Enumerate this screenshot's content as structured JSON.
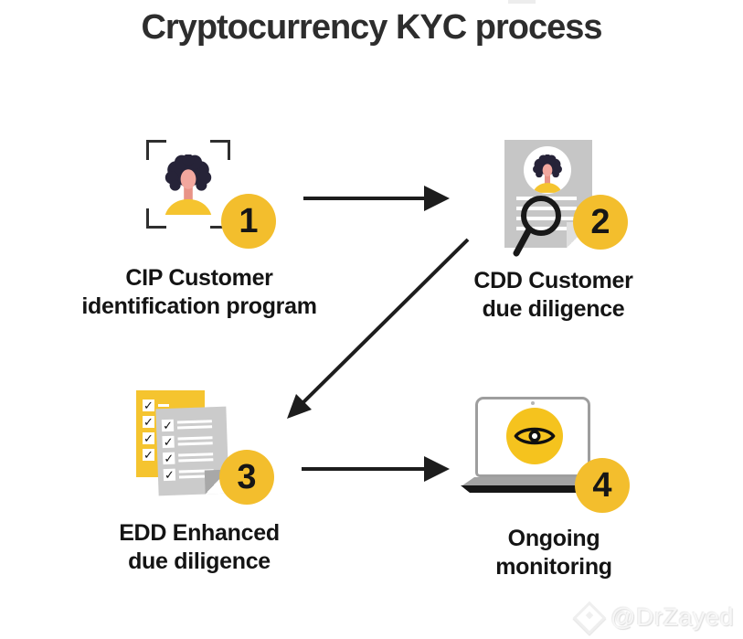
{
  "title": "Cryptocurrency KYC process",
  "steps": [
    {
      "number": "1",
      "label_line1": "CIP Customer",
      "label_line2": "identification program",
      "icon": "face-scan-icon"
    },
    {
      "number": "2",
      "label_line1": "CDD Customer",
      "label_line2": "due diligence",
      "icon": "document-search-icon"
    },
    {
      "number": "3",
      "label_line1": "EDD Enhanced",
      "label_line2": "due diligence",
      "icon": "checklist-documents-icon"
    },
    {
      "number": "4",
      "label_line1": "Ongoing",
      "label_line2": "monitoring",
      "icon": "laptop-monitoring-icon"
    }
  ],
  "glyphs": {
    "check": "✓"
  },
  "watermark": {
    "handle": "@DrZayed",
    "logo": "diamond-logo-icon"
  },
  "colors": {
    "accent_yellow": "#F3BE2D",
    "doc_yellow": "#F5C42F",
    "doc_gray": "#C6C6C6",
    "hair_navy": "#262338",
    "skin": "#F2A79E",
    "arrow_dark": "#1D1D1D",
    "title_dark": "#2D2D2D",
    "background": "#FFFFFF"
  }
}
